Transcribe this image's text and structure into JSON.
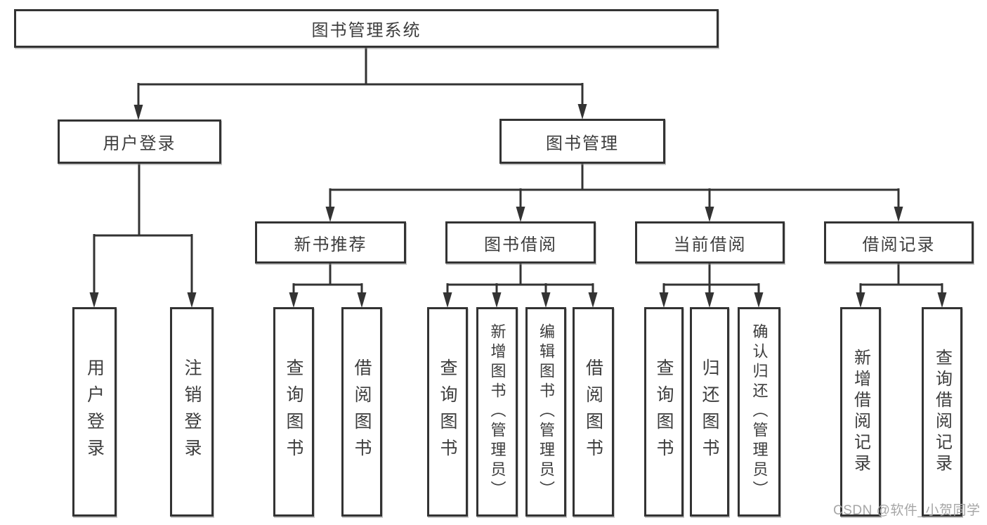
{
  "diagram": {
    "root": "图书管理系统",
    "level2": [
      {
        "label": "用户登录",
        "children": [
          "用户登录",
          "注销登录"
        ]
      },
      {
        "label": "图书管理",
        "children": [
          {
            "label": "新书推荐",
            "children": [
              "查询图书",
              "借阅图书"
            ]
          },
          {
            "label": "图书借阅",
            "children": [
              "查询图书",
              "新增图书（管理员）",
              "编辑图书（管理员）",
              "借阅图书"
            ]
          },
          {
            "label": "当前借阅",
            "children": [
              "查询图书",
              "归还图书",
              "确认归还（管理员）"
            ]
          },
          {
            "label": "借阅记录",
            "children": [
              "新增借阅记录",
              "查询借阅记录"
            ]
          }
        ]
      }
    ]
  },
  "watermark": "CSDN @软件_小贺同学",
  "colors": {
    "line": "#333333",
    "text": "#3d3d3d",
    "box_background": "#ffffff",
    "watermark": "#a6a6a6",
    "page_background": "#ffffff"
  }
}
